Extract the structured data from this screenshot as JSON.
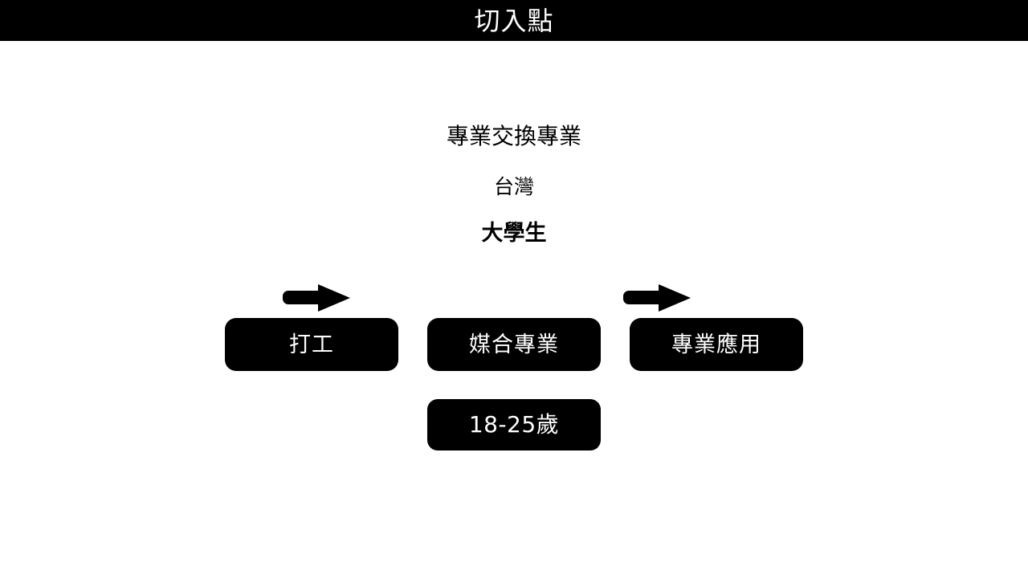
{
  "title_bar": {
    "title": "切入點"
  },
  "headings": [
    {
      "text": "專業交換專業"
    },
    {
      "text": "台灣"
    },
    {
      "text": "大學生"
    }
  ],
  "flow": {
    "steps": [
      {
        "label": "打工",
        "arrow_above": true,
        "arrow_icon": "arrow-right-icon"
      },
      {
        "label": "媒合專業",
        "arrow_above": false,
        "arrow_icon": ""
      },
      {
        "label": "專業應用",
        "arrow_above": true,
        "arrow_icon": "arrow-right-icon"
      }
    ]
  },
  "bottom": {
    "age_label": "18-25歲"
  },
  "colors": {
    "background": "#ffffff",
    "title_bar": "#000000",
    "title_text": "#ffffff",
    "pill_fill": "#000000",
    "pill_text": "#ffffff",
    "body_text": "#000000",
    "arrow": "#000000"
  }
}
